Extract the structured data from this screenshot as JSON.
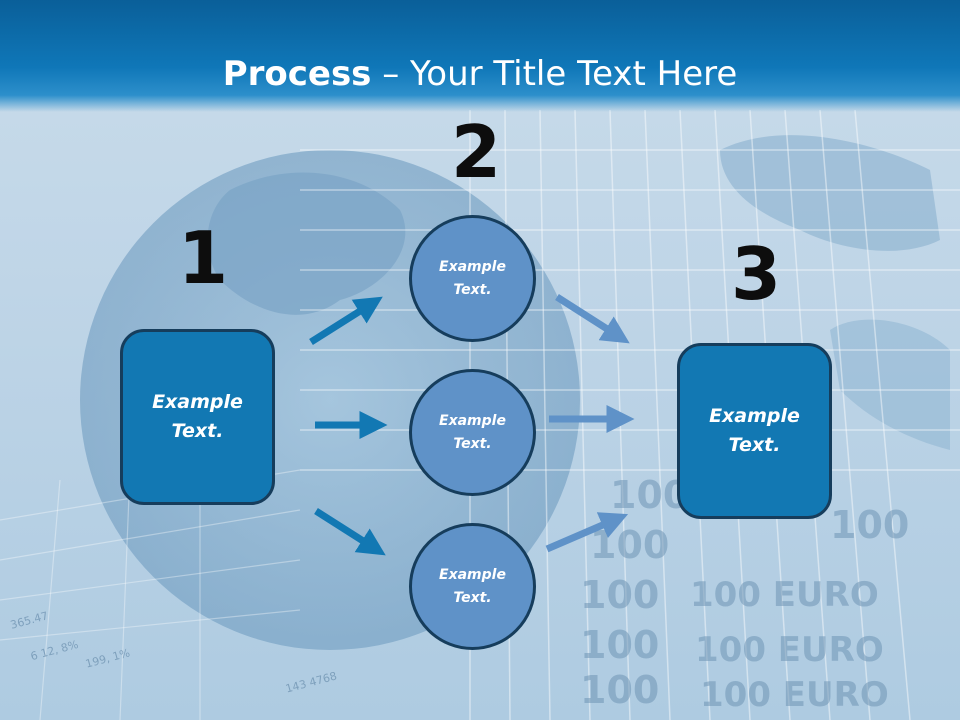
{
  "title": {
    "bold": "Process",
    "rest": " – Your Title Text Here"
  },
  "steps": [
    {
      "number": "1"
    },
    {
      "number": "2"
    },
    {
      "number": "3"
    }
  ],
  "left_box": {
    "line1": "Example",
    "line2": "Text."
  },
  "circles": [
    {
      "line1": "Example",
      "line2": "Text."
    },
    {
      "line1": "Example",
      "line2": "Text."
    },
    {
      "line1": "Example",
      "line2": "Text."
    }
  ],
  "right_box": {
    "line1": "Example",
    "line2": "Text."
  },
  "colors": {
    "title_bar": "#0f77b8",
    "box_fill": "#1278b3",
    "circle_fill": "#5f92c8",
    "outline": "#163d5c",
    "arrow_dark": "#1278b3",
    "arrow_light": "#5f92c8"
  },
  "background": {
    "banknote_texts": [
      "100",
      "100",
      "100",
      "100",
      "100",
      "100",
      "100 EURO",
      "100 EURO",
      "100 EURO"
    ],
    "ticker_texts": [
      "365.47",
      "6 12, 8%",
      "199, 1%",
      "143 4768"
    ]
  }
}
